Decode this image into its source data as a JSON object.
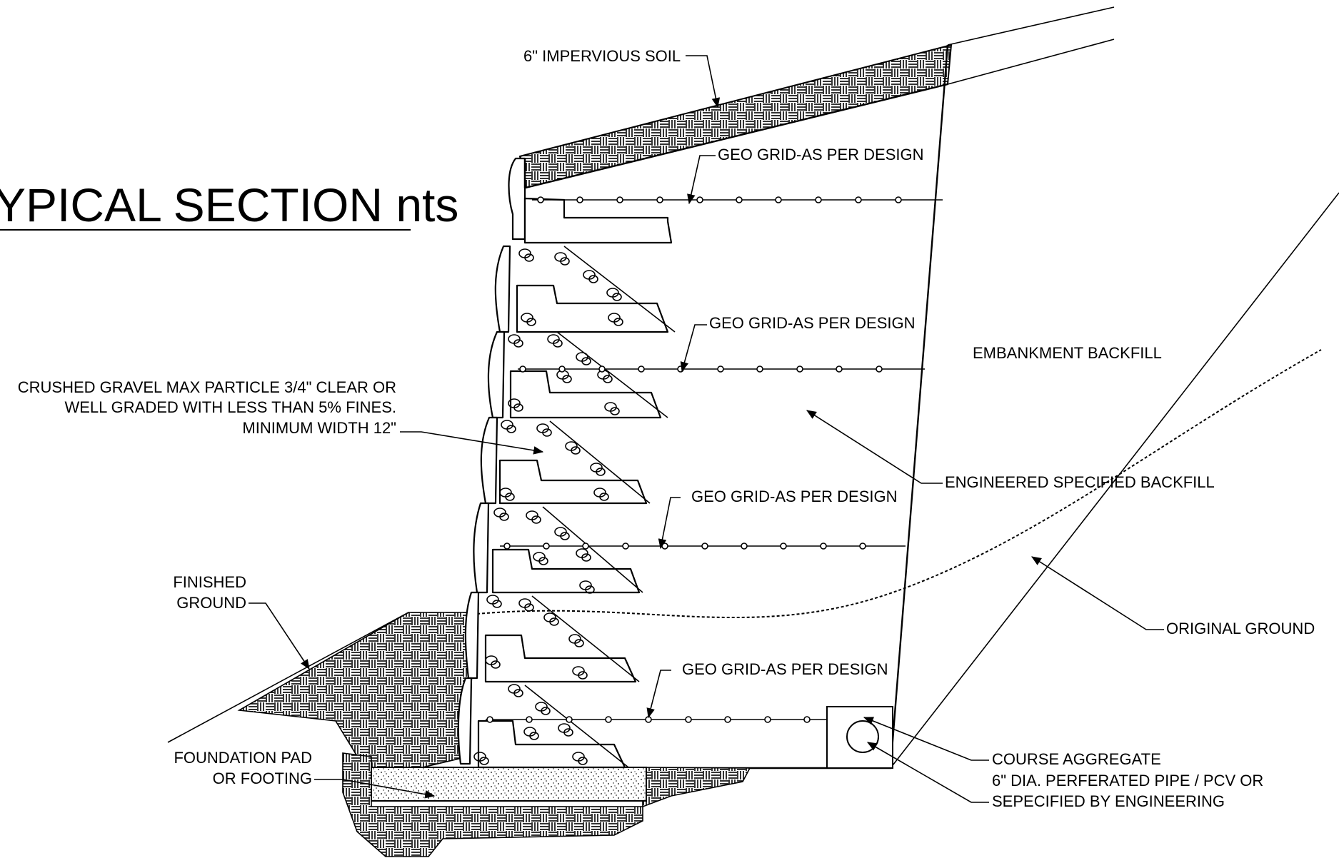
{
  "title": "YPICAL SECTION  nts",
  "labels": {
    "impervious_soil": "6\" IMPERVIOUS SOIL",
    "geogrid_1": "GEO GRID-AS PER DESIGN",
    "geogrid_2": "GEO GRID-AS PER DESIGN",
    "geogrid_3": "GEO GRID-AS PER DESIGN",
    "geogrid_4": "GEO GRID-AS PER DESIGN",
    "embankment_backfill": "EMBANKMENT BACKFILL",
    "crushed_gravel_line1": "CRUSHED GRAVEL MAX PARTICLE  3/4\" CLEAR OR",
    "crushed_gravel_line2": "WELL GRADED WITH LESS THAN 5% FINES.",
    "crushed_gravel_line3": "MINIMUM  WIDTH 12\"",
    "engineered_backfill": "ENGINEERED SPECIFIED BACKFILL",
    "finished_ground_line1": "FINISHED",
    "finished_ground_line2": "GROUND",
    "original_ground": "ORIGINAL GROUND",
    "foundation_line1": "FOUNDATION  PAD",
    "foundation_line2": "OR FOOTING",
    "course_aggregate": "COURSE AGGREGATE",
    "pipe_line1": "6\" DIA. PERFERATED PIPE / PCV OR",
    "pipe_line2": "SEPECIFIED BY ENGINEERING"
  },
  "colors": {
    "ink": "#000000",
    "paper": "#ffffff"
  }
}
